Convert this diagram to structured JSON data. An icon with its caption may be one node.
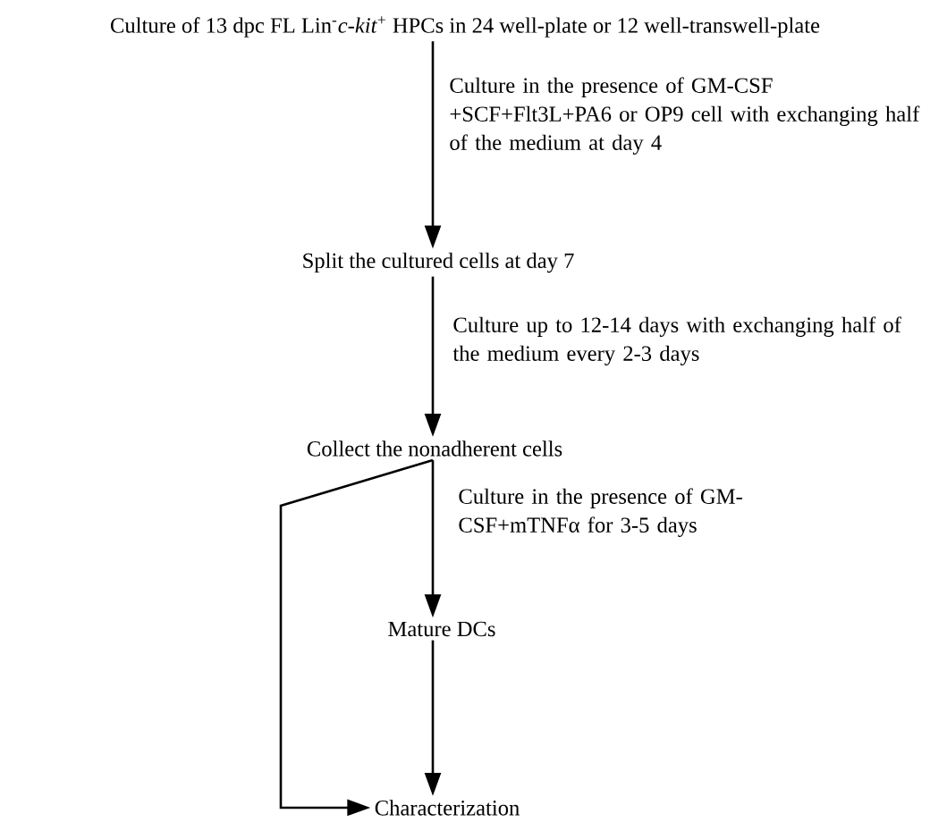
{
  "diagram": {
    "nodes": [
      {
        "text": [
          "Culture of 13 dpc FL Lin$^{-}$*c-kit*$^{+}$ HPCs in 24 well-plate or 12 well-transwell-plate"
        ]
      },
      {
        "text": [
          "Split the cultured cells at day 7"
        ]
      },
      {
        "text": [
          "Collect the nonadherent cells"
        ]
      },
      {
        "text": [
          "Mature DCs"
        ]
      },
      {
        "text": [
          "Characterization"
        ]
      }
    ],
    "edges": [
      {
        "from": 0,
        "to": 1,
        "arrow": "to",
        "label": "Culture in the presence of GM-CSF +SCF+Flt3L+PA6 or OP9 cell with exchanging half of the medium at day 4"
      },
      {
        "from": 1,
        "to": 2,
        "arrow": "to",
        "label": "Culture up to 12-14 days with exchanging half of the medium every 2-3 days"
      },
      {
        "from": 2,
        "to": 3,
        "arrow": "to",
        "label": "Culture in the presence of GM-CSF+mTNFα for 3-5 days"
      },
      {
        "from": 3,
        "to": 4,
        "arrow": "to"
      },
      {
        "from": 2,
        "to": 4,
        "arrow": "to"
      }
    ]
  }
}
